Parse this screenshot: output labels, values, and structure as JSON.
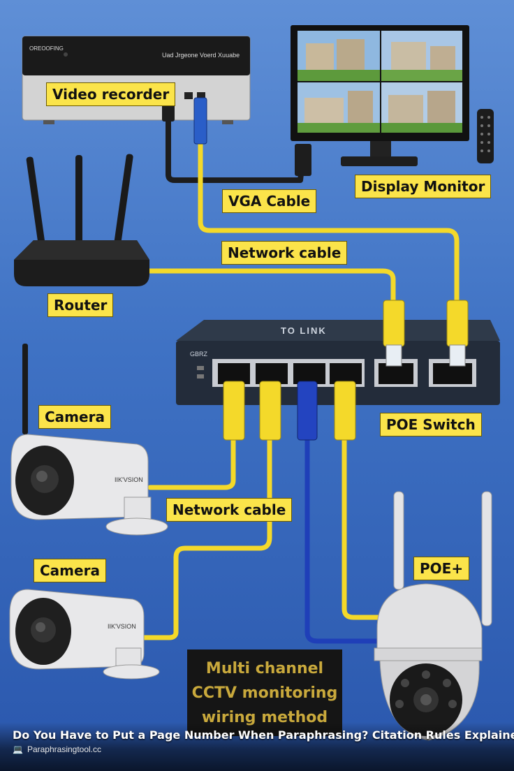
{
  "labels": {
    "video_recorder": "Video recorder",
    "vga_cable": "VGA Cable",
    "display_monitor": "Display Monitor",
    "network_cable_top": "Network cable",
    "router": "Router",
    "camera_1": "Camera",
    "poe_switch": "POE Switch",
    "network_cable_mid": "Network cable",
    "camera_2": "Camera",
    "poe_plus": "POE+"
  },
  "device_text": {
    "recorder_brand": "OREOOFING",
    "recorder_model": "Uad Jrgeone Voerd Xuuabe",
    "switch_brand": "TO LINK",
    "switch_model": "GBRZ",
    "camera_brand_1": "IIK'VSION",
    "camera_brand_2": "IIK'VSION"
  },
  "title_box": {
    "line1": "Multi channel",
    "line2": "CCTV monitoring",
    "line3": "wiring method"
  },
  "footer": {
    "title": "Do You Have to Put a Page Number When Paraphrasing? Citation Rules Explained",
    "source": "Paraphrasingtool.cc",
    "source_icon": "laptop-icon"
  },
  "colors": {
    "label_bg": "#fbe44a",
    "cable_yellow": "#f4d92a",
    "cable_blue": "#1f3fb8",
    "cable_black": "#222222"
  }
}
